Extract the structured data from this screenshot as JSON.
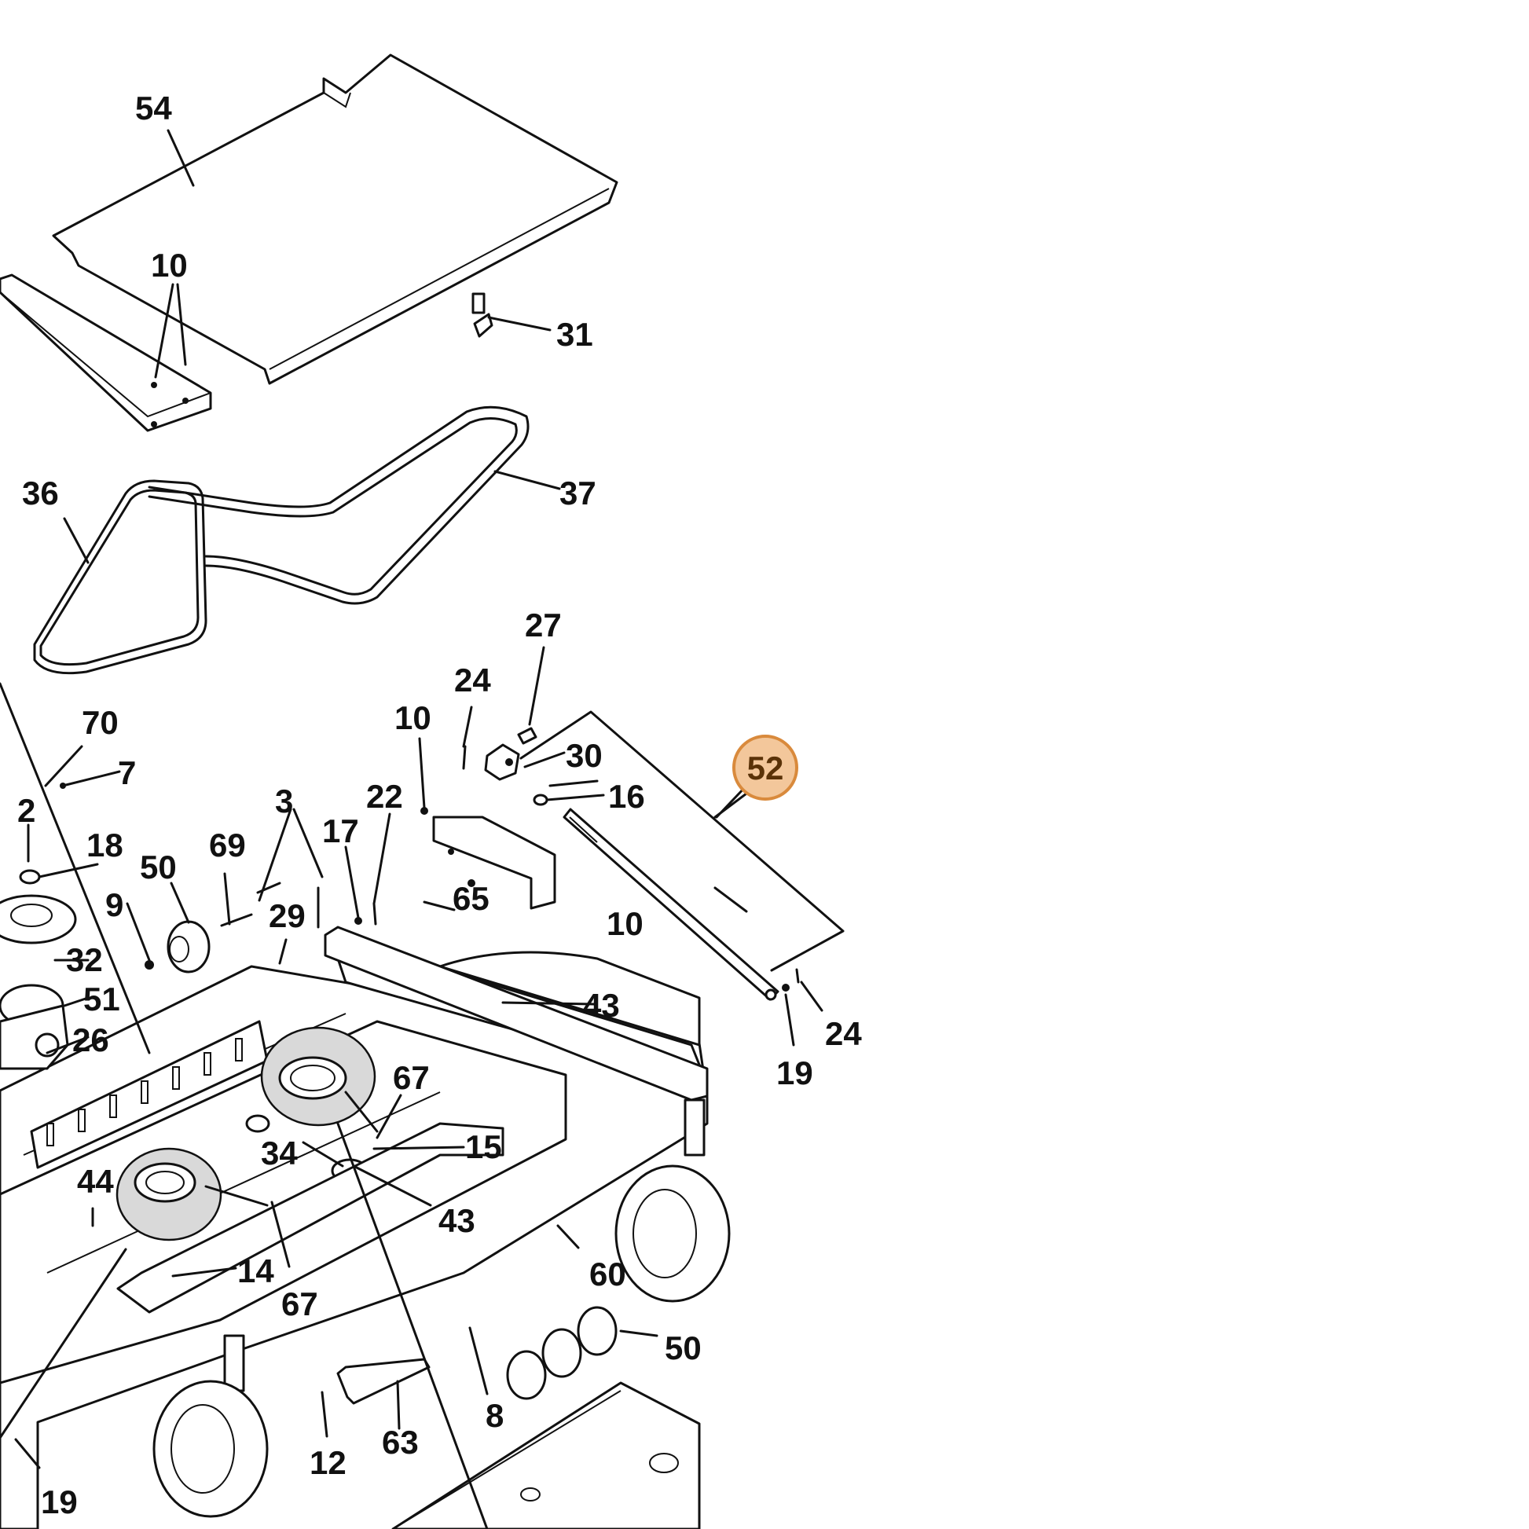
{
  "highlight": {
    "label": "52",
    "fill": "#f3c79b",
    "stroke": "#d98a3c"
  },
  "callouts": [
    {
      "id": "c54a",
      "label": "54"
    },
    {
      "id": "c10a",
      "label": "10"
    },
    {
      "id": "c31",
      "label": "31"
    },
    {
      "id": "c36",
      "label": "36"
    },
    {
      "id": "c37",
      "label": "37"
    },
    {
      "id": "c27",
      "label": "27"
    },
    {
      "id": "c24a",
      "label": "24"
    },
    {
      "id": "c10b",
      "label": "10"
    },
    {
      "id": "c30",
      "label": "30"
    },
    {
      "id": "c16",
      "label": "16"
    },
    {
      "id": "c70",
      "label": "70"
    },
    {
      "id": "c7",
      "label": "7"
    },
    {
      "id": "c2",
      "label": "2"
    },
    {
      "id": "c18",
      "label": "18"
    },
    {
      "id": "c3",
      "label": "3"
    },
    {
      "id": "c22",
      "label": "22"
    },
    {
      "id": "c17",
      "label": "17"
    },
    {
      "id": "c50a",
      "label": "50"
    },
    {
      "id": "c69",
      "label": "69"
    },
    {
      "id": "c9",
      "label": "9"
    },
    {
      "id": "c29",
      "label": "29"
    },
    {
      "id": "c65",
      "label": "65"
    },
    {
      "id": "c10c",
      "label": "10"
    },
    {
      "id": "c32",
      "label": "32"
    },
    {
      "id": "c51",
      "label": "51"
    },
    {
      "id": "c43a",
      "label": "43"
    },
    {
      "id": "c24b",
      "label": "24"
    },
    {
      "id": "c19a",
      "label": "19"
    },
    {
      "id": "c26",
      "label": "26"
    },
    {
      "id": "c67a",
      "label": "67"
    },
    {
      "id": "c15",
      "label": "15"
    },
    {
      "id": "c34",
      "label": "34"
    },
    {
      "id": "c44",
      "label": "44"
    },
    {
      "id": "c43b",
      "label": "43"
    },
    {
      "id": "c60",
      "label": "60"
    },
    {
      "id": "c14",
      "label": "14"
    },
    {
      "id": "c67b",
      "label": "67"
    },
    {
      "id": "c50b",
      "label": "50"
    },
    {
      "id": "c8",
      "label": "8"
    },
    {
      "id": "c12",
      "label": "12"
    },
    {
      "id": "c63",
      "label": "63"
    },
    {
      "id": "c19b",
      "label": "19"
    }
  ]
}
